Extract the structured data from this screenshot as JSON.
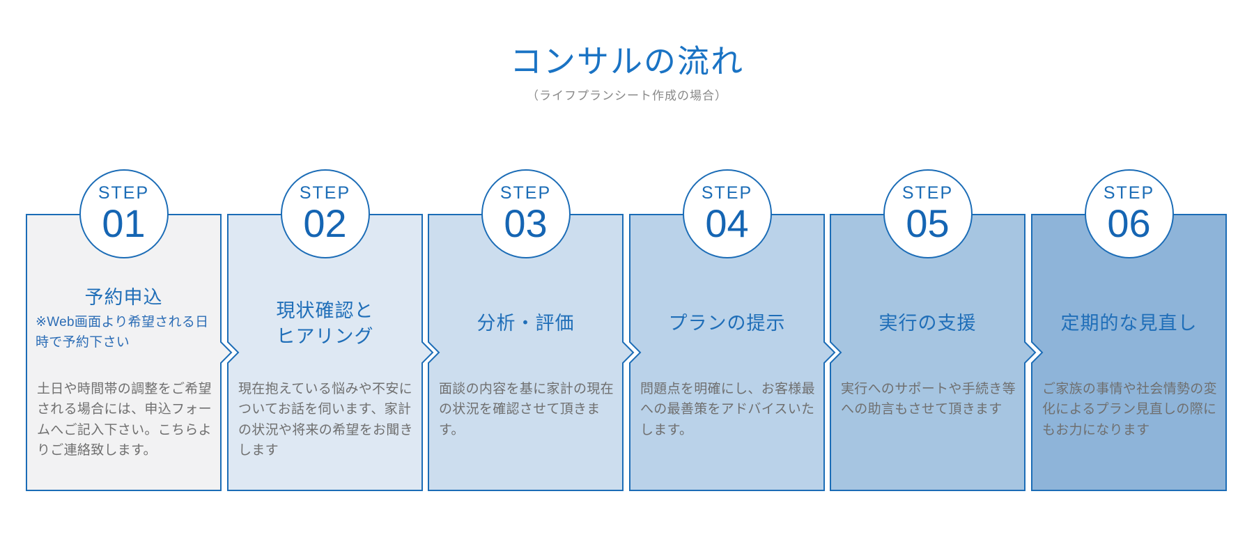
{
  "page": {
    "title": "コンサルの流れ",
    "subtitle": "（ライフプランシート作成の場合）"
  },
  "colors": {
    "accent_blue": "#1b6cb6",
    "heading_blue": "#1a73c4",
    "step_title_blue": "#1f6eb8",
    "note_blue": "#2b6cb5",
    "body_gray": "#6f6f6f",
    "subtitle_gray": "#888888"
  },
  "steps": [
    {
      "label": "STEP",
      "number": "01",
      "title": "予約申込",
      "note": "※Web画面より希望される日時で予約下さい",
      "body": "土日や時間帯の調整をご希望される場合には、申込フォームへご記入下さい。こちらよりご連絡致します。",
      "bg": "#f2f2f3"
    },
    {
      "label": "STEP",
      "number": "02",
      "title": "現状確認と\nヒアリング",
      "body": "現在抱えている悩みや不安についてお話を伺います、家計の状況や将来の希望をお聞きします",
      "bg": "#dee8f3"
    },
    {
      "label": "STEP",
      "number": "03",
      "title": "分析・評価",
      "body": "面談の内容を基に家計の現在の状況を確認させて頂きます。",
      "bg": "#ccddee"
    },
    {
      "label": "STEP",
      "number": "04",
      "title": "プランの提示",
      "body": "問題点を明確にし、お客様最への最善策をアドバイスいたします。",
      "bg": "#bad2e9"
    },
    {
      "label": "STEP",
      "number": "05",
      "title": "実行の支援",
      "body": "実行へのサポートや手続き等への助言もさせて頂きます",
      "bg": "#a6c5e1"
    },
    {
      "label": "STEP",
      "number": "06",
      "title": "定期的な見直し",
      "body": "ご家族の事情や社会情勢の変化によるプラン見直しの際にもお力になります",
      "bg": "#8eb4d9"
    }
  ]
}
